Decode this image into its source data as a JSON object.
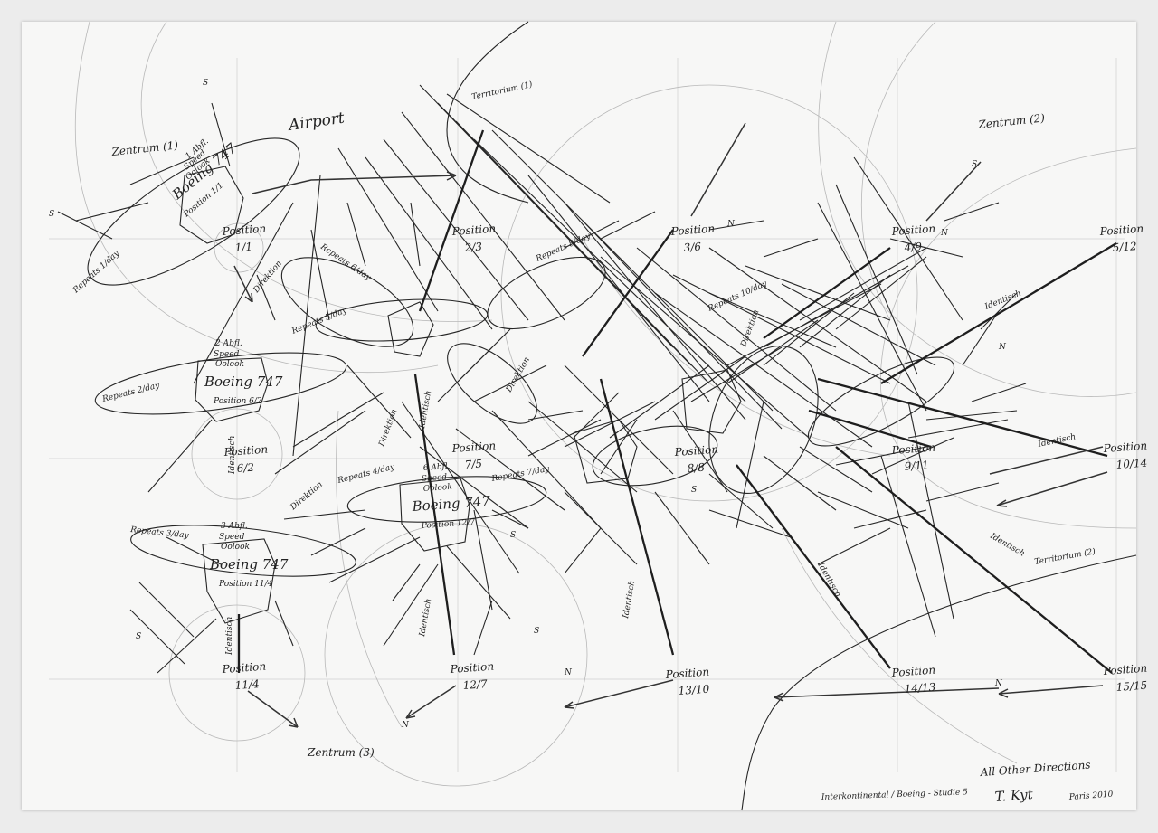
{
  "title": "Airport",
  "zentrum_labels": [
    "Zentrum (1)",
    "Zentrum (2)",
    "Zentrum (3)"
  ],
  "territorium_labels": [
    "Territorium (1)",
    "Territorium (2)"
  ],
  "positions": [
    {
      "label": "Position",
      "sub": "1/1"
    },
    {
      "label": "Position",
      "sub": "2/3"
    },
    {
      "label": "Position",
      "sub": "3/6"
    },
    {
      "label": "Position",
      "sub": "4/9"
    },
    {
      "label": "Position",
      "sub": "5/12"
    },
    {
      "label": "Position",
      "sub": "6/2"
    },
    {
      "label": "Position",
      "sub": "7/5"
    },
    {
      "label": "Position",
      "sub": "8/8"
    },
    {
      "label": "Position",
      "sub": "9/11"
    },
    {
      "label": "Position",
      "sub": "10/14"
    },
    {
      "label": "Position",
      "sub": "11/4"
    },
    {
      "label": "Position",
      "sub": "12/7"
    },
    {
      "label": "Position",
      "sub": "13/10"
    },
    {
      "label": "Position",
      "sub": "14/13"
    },
    {
      "label": "Position",
      "sub": "15/15"
    }
  ],
  "aircraft_blocks": [
    {
      "flights": "1 Abfl.",
      "speed": "Speed",
      "outlook": "Oolook",
      "name": "Boeing 747",
      "position": "Position 1/1"
    },
    {
      "flights": "2 Abfl.",
      "speed": "Speed",
      "outlook": "Oolook",
      "name": "Boeing 747",
      "position": "Position 6/2"
    },
    {
      "flights": "3 Abfl.",
      "speed": "Speed",
      "outlook": "Oolook",
      "name": "Boeing 747",
      "position": "Position 11/4"
    },
    {
      "flights": "6 Abfl.",
      "speed": "Speed",
      "outlook": "Oolook",
      "name": "Boeing 747",
      "position": "Position 12/7"
    }
  ],
  "repeats": [
    "Repeats 1/day",
    "Repeats 2/day",
    "Repeats 3/day",
    "Repeats 4/day",
    "Repeats 5/day",
    "Repeats 6/day",
    "Repeats 7/day",
    "Repeats 8/day",
    "Repeats 10/day"
  ],
  "words": {
    "direction": "Direktion",
    "identisch": "Identisch",
    "n": "N",
    "s": "S"
  },
  "footer": {
    "all_other": "All Other Directions",
    "project": "Interkontinental / Boeing - Studie 5",
    "signature": "T. Kyt",
    "place_year": "Paris 2010"
  }
}
